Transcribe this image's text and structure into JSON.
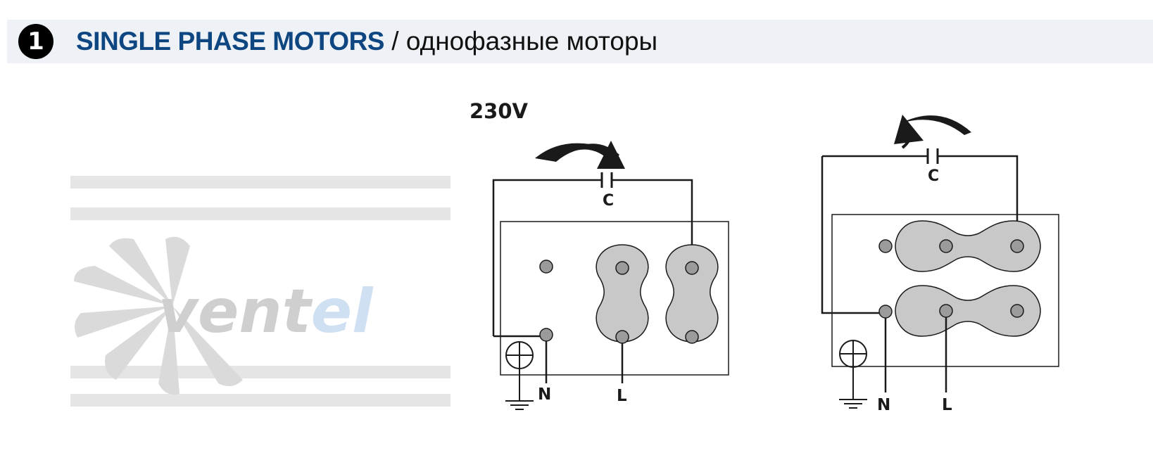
{
  "header": {
    "step_number": "1",
    "title_en": "SINGLE PHASE MOTORS",
    "separator": " / ",
    "title_ru": "однофазные моторы"
  },
  "watermark": {
    "logo_text": "ventel"
  },
  "diagram_left": {
    "voltage_label": "230V",
    "capacitor_label": "C",
    "neutral_label": "N",
    "line_label": "L",
    "rotation": "clockwise"
  },
  "diagram_right": {
    "capacitor_label": "C",
    "neutral_label": "N",
    "line_label": "L",
    "rotation": "counter-clockwise"
  },
  "colors": {
    "title_blue": "#0d4680",
    "header_bg": "#eef2f6",
    "terminal_fill": "#9b9b9b",
    "bridge_fill": "#c8c8c8",
    "wire": "#1a1a1a",
    "watermark_grey": "#d4d4d4",
    "watermark_blue": "#cfe0f2"
  }
}
